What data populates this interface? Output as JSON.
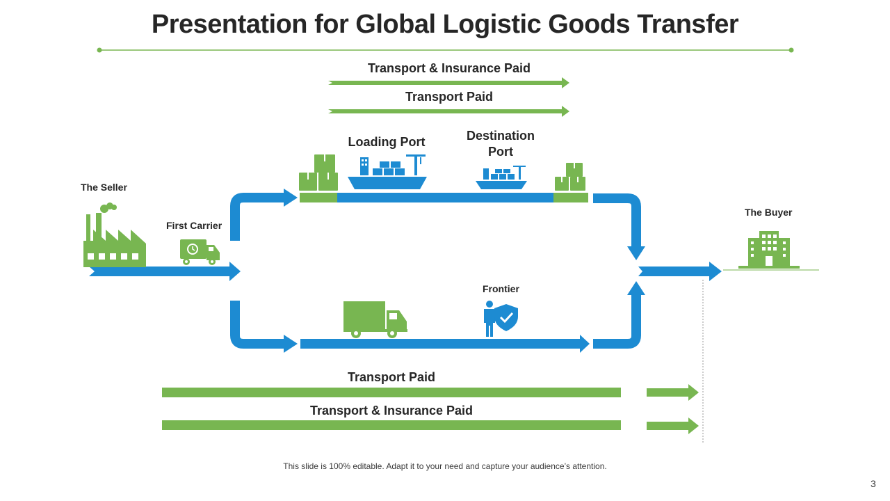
{
  "slide": {
    "title": "Presentation for Global Logistic Goods Transfer",
    "footer": "This slide is 100% editable. Adapt it to your need and capture your audience’s attention.",
    "page_number": "3"
  },
  "labels": {
    "top_insurance": "Transport & Insurance Paid",
    "top_transport": "Transport Paid",
    "loading_port": "Loading Port",
    "destination_port": "Destination Port",
    "seller": "The Seller",
    "first_carrier": "First Carrier",
    "buyer": "The Buyer",
    "frontier": "Frontier",
    "bottom_transport": "Transport Paid",
    "bottom_insurance": "Transport & Insurance Paid"
  },
  "colors": {
    "green": "#78b651",
    "blue": "#1d8bd2",
    "text": "#262626"
  },
  "icons": [
    "factory-icon",
    "delivery-truck-clock-icon",
    "boxes-icon",
    "cargo-ship-icon",
    "truck-icon",
    "person-shield-icon",
    "office-building-icon"
  ]
}
